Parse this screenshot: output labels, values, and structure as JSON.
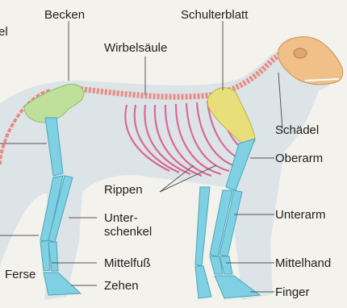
{
  "labels": {
    "cropped_edge": "el",
    "becken": "Becken",
    "schulterblatt": "Schulterblatt",
    "wirbelsaeule": "Wirbelsäule",
    "schaedel": "Schädel",
    "oberarm": "Oberarm",
    "rippen": "Rippen",
    "unterschenkel_1": "Unter-",
    "unterschenkel_2": "schenkel",
    "unterarm": "Unterarm",
    "ferse": "Ferse",
    "mittelfuss": "Mittelfuß",
    "mittelhand": "Mittelhand",
    "zehen": "Zehen",
    "finger": "Finger"
  },
  "colors": {
    "background": "#f3f2ed",
    "silhouette": "#dde4e8",
    "spine_and_tail": "#e98a80",
    "ribs": "#d86a98",
    "pelvis": "#bfe09a",
    "scapula": "#e8df7a",
    "skull": "#f0c088",
    "limbs": "#7fd0e2",
    "leader_lines": "#555555"
  }
}
